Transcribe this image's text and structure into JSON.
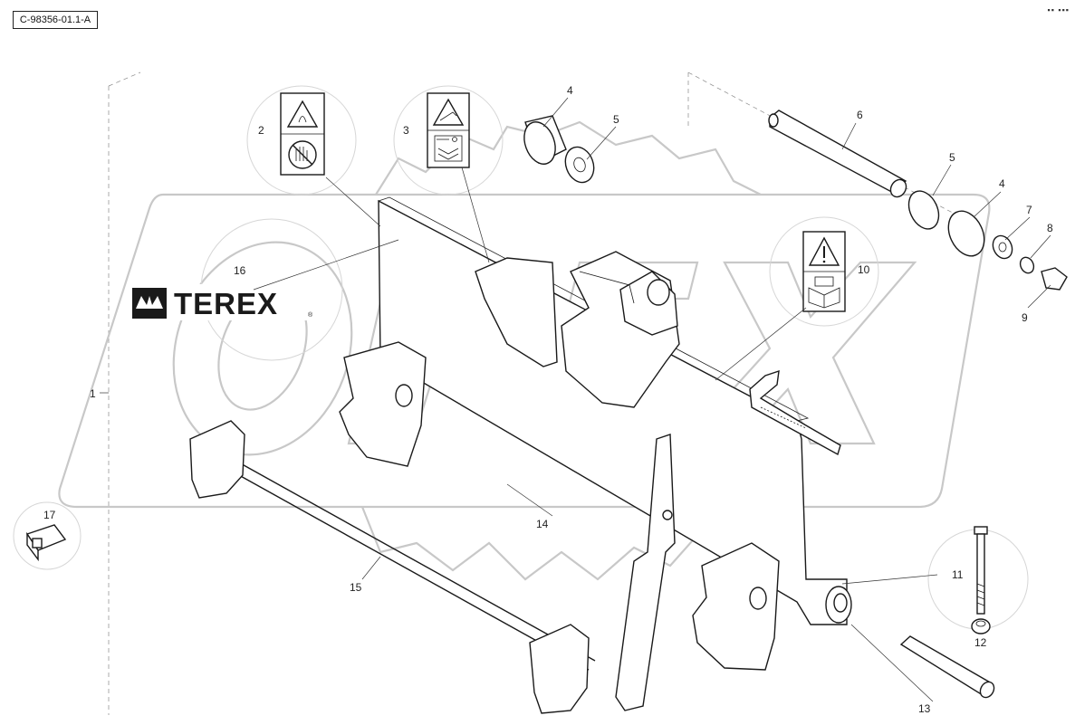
{
  "reference_code": "C-98356-01.1-A",
  "corner_mark": "▪▪ ▪▪▪",
  "brand_label": {
    "text": "TEREX",
    "registered": "®"
  },
  "watermark": {
    "text": "OPEX",
    "color": "#c8c8c8"
  },
  "callouts": [
    "1",
    "2",
    "3",
    "4",
    "5",
    "6",
    "5",
    "4",
    "7",
    "8",
    "9",
    "10",
    "11",
    "12",
    "13",
    "14",
    "15",
    "16",
    "17"
  ],
  "icons": [
    "fire-hazard-warning-icon",
    "no-hand-icon",
    "hand-crush-warning-icon",
    "read-manual-icon",
    "warning-triangle-icon",
    "manual-book-icon",
    "plug-cap-icon"
  ]
}
